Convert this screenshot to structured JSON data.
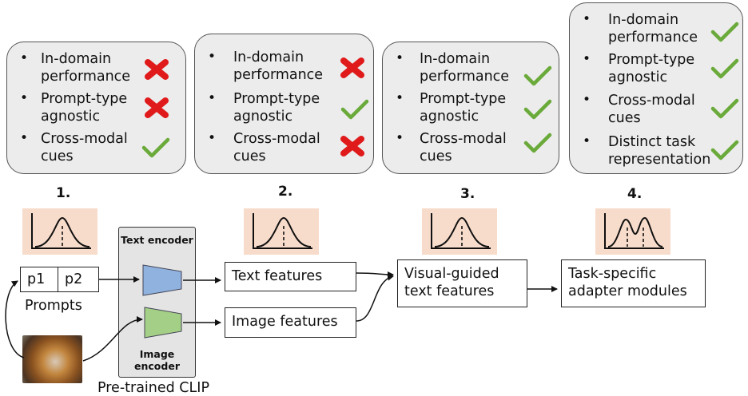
{
  "panels": [
    {
      "number": "1.",
      "items": [
        {
          "lines": [
            "In-domain",
            "performance"
          ],
          "ok": false
        },
        {
          "lines": [
            "Prompt-type",
            "agnostic"
          ],
          "ok": false
        },
        {
          "lines": [
            "Cross-modal",
            "cues"
          ],
          "ok": true
        }
      ]
    },
    {
      "number": "2.",
      "items": [
        {
          "lines": [
            "In-domain",
            "performance"
          ],
          "ok": false
        },
        {
          "lines": [
            "Prompt-type",
            "agnostic"
          ],
          "ok": true
        },
        {
          "lines": [
            "Cross-modal",
            "cues"
          ],
          "ok": false
        }
      ]
    },
    {
      "number": "3.",
      "items": [
        {
          "lines": [
            "In-domain",
            "performance"
          ],
          "ok": true
        },
        {
          "lines": [
            "Prompt-type",
            "agnostic"
          ],
          "ok": true
        },
        {
          "lines": [
            "Cross-modal",
            "cues"
          ],
          "ok": true
        }
      ]
    },
    {
      "number": "4.",
      "items": [
        {
          "lines": [
            "In-domain",
            "performance"
          ],
          "ok": true
        },
        {
          "lines": [
            "Prompt-type",
            "agnostic"
          ],
          "ok": true
        },
        {
          "lines": [
            "Cross-modal",
            "cues"
          ],
          "ok": true
        },
        {
          "lines": [
            "Distinct task",
            "representation"
          ],
          "ok": true
        }
      ]
    }
  ],
  "bullet": "•",
  "prompts": {
    "p1": "p1",
    "p2": "p2",
    "label": "Prompts"
  },
  "clip": {
    "text_encoder": "Text encoder",
    "image_encoder": "Image encoder",
    "label": "Pre-trained CLIP"
  },
  "boxes": {
    "text_features": "Text features",
    "image_features": "Image features",
    "visual_guided": [
      "Visual-guided",
      "text features"
    ],
    "task_specific": [
      "Task-specific",
      "adapter modules"
    ]
  },
  "colors": {
    "check": "#6aaa3a",
    "cross": "#e01a1a",
    "text_encoder": "#8fb2de",
    "image_encoder": "#a3cf86",
    "dist_bg": "#f8dccb"
  }
}
